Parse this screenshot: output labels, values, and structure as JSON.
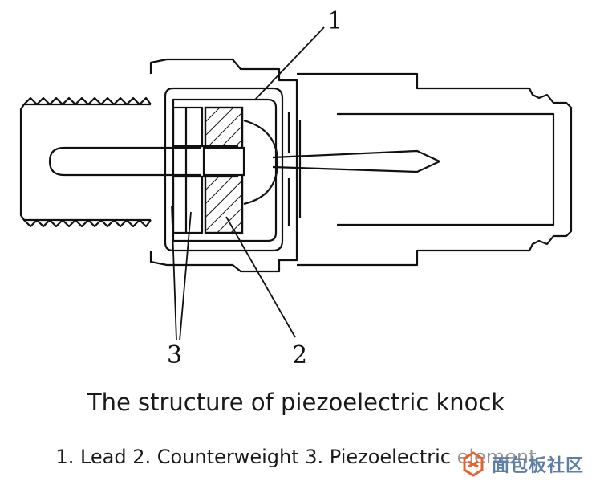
{
  "diagram": {
    "callouts": {
      "lead": "1",
      "counterweight": "2",
      "piezoelectric_element": "3"
    },
    "title": "The structure of piezoelectric knock",
    "legend": "1. Lead 2. Counterweight 3. Piezoelectric element",
    "watermark": "面包板社区"
  },
  "colors": {
    "stroke": "#111111",
    "watermark_accent": "#e8612c",
    "watermark_text": "#5e7ea6"
  }
}
